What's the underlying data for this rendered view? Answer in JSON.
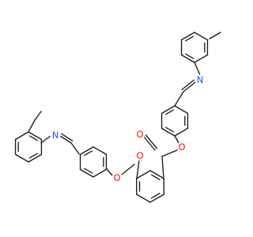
{
  "diagram_type": "chemical-structure",
  "colors": {
    "background": "#ffffff",
    "bond": "#1a1a1a",
    "oxygen": "#ff0d0d",
    "nitrogen": "#3050f8"
  },
  "atom_labels": {
    "o_ring_top": "O",
    "o_carbonyl_top": "O",
    "o_ring_bottom": "O",
    "o_carbonyl_bottom": "O",
    "n_top": "N",
    "n_bottom": "N"
  }
}
